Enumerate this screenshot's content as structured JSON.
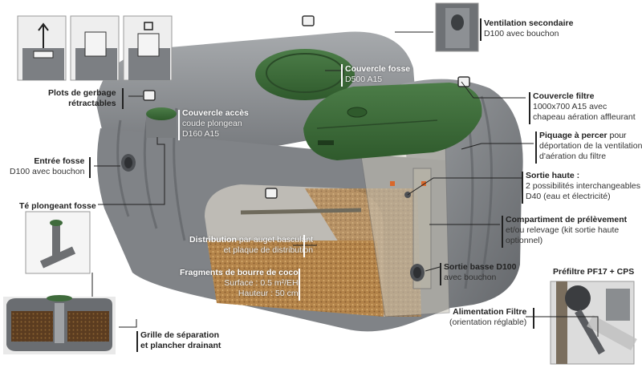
{
  "colors": {
    "tank": "#8c8f92",
    "tank_dark": "#5f6266",
    "lid_green": "#3f6b3c",
    "coco": "#b88a4e",
    "leader": "#222222"
  },
  "callouts": {
    "plots": {
      "title": "Plots de gerbage",
      "title2": "rétractables"
    },
    "couvercle_acces": {
      "title": "Couvercle accès",
      "line1": "coude plongean",
      "line2": "D160 A15"
    },
    "entree_fosse": {
      "title": "Entrée fosse",
      "line1": "D100 avec bouchon"
    },
    "te_plongeant": {
      "title": "Té plongeant fosse"
    },
    "couvercle_fosse": {
      "title": "Couvercle fosse",
      "line1": "D500 A15"
    },
    "ventilation": {
      "title": "Ventilation secondaire",
      "line1": "D100 avec bouchon"
    },
    "couvercle_filtre": {
      "title": "Couvercle filtre",
      "line1": "1000x700 A15 avec",
      "line2": "chapeau aération  affleurant"
    },
    "piquage": {
      "title": "Piquage à percer",
      "title_rest": " pour",
      "line1": "déportation de la ventilation",
      "line2": "d'aération du filtre"
    },
    "sortie_haute": {
      "title": "Sortie haute :",
      "line1": "2 possibilités interchangeables",
      "line2": "D40 (eau et électricité)"
    },
    "compartiment": {
      "title": "Compartiment de prélèvement",
      "line1": "et/ou relevage (kit sortie haute",
      "line2": "optionnel)"
    },
    "distribution": {
      "title": "Distribution",
      "title_rest": " par auget basculant",
      "line1": "et plaque de distribution"
    },
    "fragments": {
      "title": "Fragments de bourre de coco",
      "line1": "Surface : 0.5 m²/EH",
      "line2": "Hauteur : 50 cm"
    },
    "sortie_basse": {
      "title": "Sortie basse D100",
      "line1": "avec bouchon"
    },
    "prefiltre": {
      "title": "Préfiltre PF17 + CPS"
    },
    "alimentation": {
      "title": "Alimentation Filtre",
      "line1": "(orientation réglable)"
    },
    "grille": {
      "title": "Grille de séparation",
      "title2": "et plancher drainant"
    }
  }
}
